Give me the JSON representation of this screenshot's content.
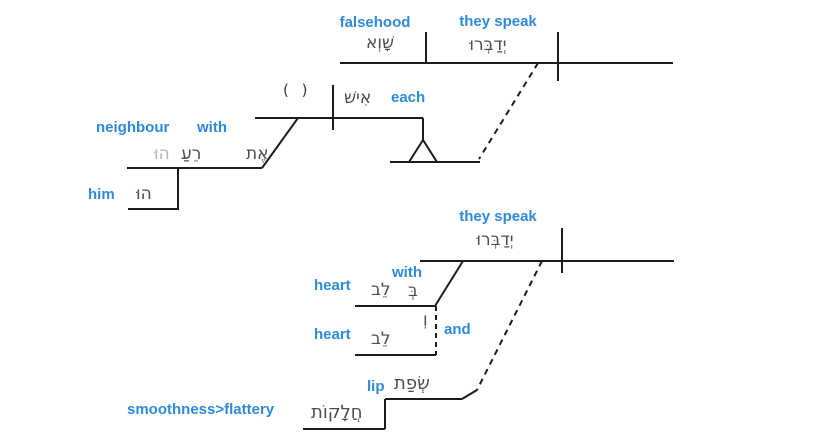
{
  "colors": {
    "accent": "#2e8bdc",
    "hebrew_dark": "#4d4d4d",
    "hebrew_muted": "#b5b5b5",
    "line": "#1c1c1c"
  },
  "diagram1": {
    "main_clause": {
      "object_gloss": "falsehood",
      "object_hebrew": "שָׁוְא",
      "verb_gloss": "they speak",
      "verb_hebrew": "יְדַבְּרוּ"
    },
    "subject_phrase": {
      "placeholder": "( )",
      "appositive_hebrew": "אִישׁ",
      "appositive_gloss": "each"
    },
    "prep_phrase": {
      "prep_hebrew": "אֶת",
      "prep_gloss": "with",
      "noun_hebrew": "רֵעַ",
      "noun_suffix_hebrew": "הוּ",
      "noun_gloss": "neighbour"
    },
    "suffix_phrase": {
      "hebrew": "הוּ",
      "gloss": "him"
    }
  },
  "diagram2": {
    "main_clause": {
      "verb_gloss": "they speak",
      "verb_hebrew": "יְדַבְּרוּ"
    },
    "prep_phrase_1": {
      "prep_hebrew": "בְּ",
      "prep_gloss": "with",
      "noun_hebrew": "לֵב",
      "noun_gloss": "heart"
    },
    "conjunction": {
      "hebrew": "וְ",
      "gloss": "and"
    },
    "noun_phrase_2": {
      "noun_hebrew": "לֵב",
      "noun_gloss": "heart"
    },
    "construct_chain": {
      "head_hebrew": "שְׂפַת",
      "head_gloss": "lip",
      "modifier_hebrew": "חֲלָקוֹת",
      "modifier_gloss": "smoothness>flattery"
    }
  }
}
